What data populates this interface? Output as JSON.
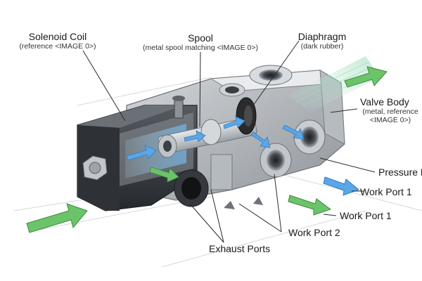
{
  "labels": {
    "solenoid_coil": {
      "title": "Solenoid Coil",
      "sub": "(reference <IMAGE 0>)"
    },
    "spool": {
      "title": "Spool",
      "sub": "(metal spool matching <IMAGE 0>)"
    },
    "diaphragm": {
      "title": "Diaphragm",
      "sub": "(dark rubber)"
    },
    "valve_body": {
      "title": "Valve Body",
      "sub1": "(metal, reference",
      "sub2": "<IMAGE 0>)"
    },
    "pressure_port": {
      "title": "Pressure P"
    },
    "work_port_1_upper": {
      "title": "Work Port 1"
    },
    "work_port_1_lower": {
      "title": "Work Port 1"
    },
    "work_port_2": {
      "title": "Work Port 2"
    },
    "exhaust_ports": {
      "title": "Exhaust Ports"
    }
  },
  "colors": {
    "flow_arrow_blue": "#5aa6e6",
    "inlet_arrow_green": "#6cc46a",
    "metal_body": "#c9ccd0",
    "coil_housing": "#3a3f44",
    "diaphragm_rubber": "#2b2b2b"
  }
}
